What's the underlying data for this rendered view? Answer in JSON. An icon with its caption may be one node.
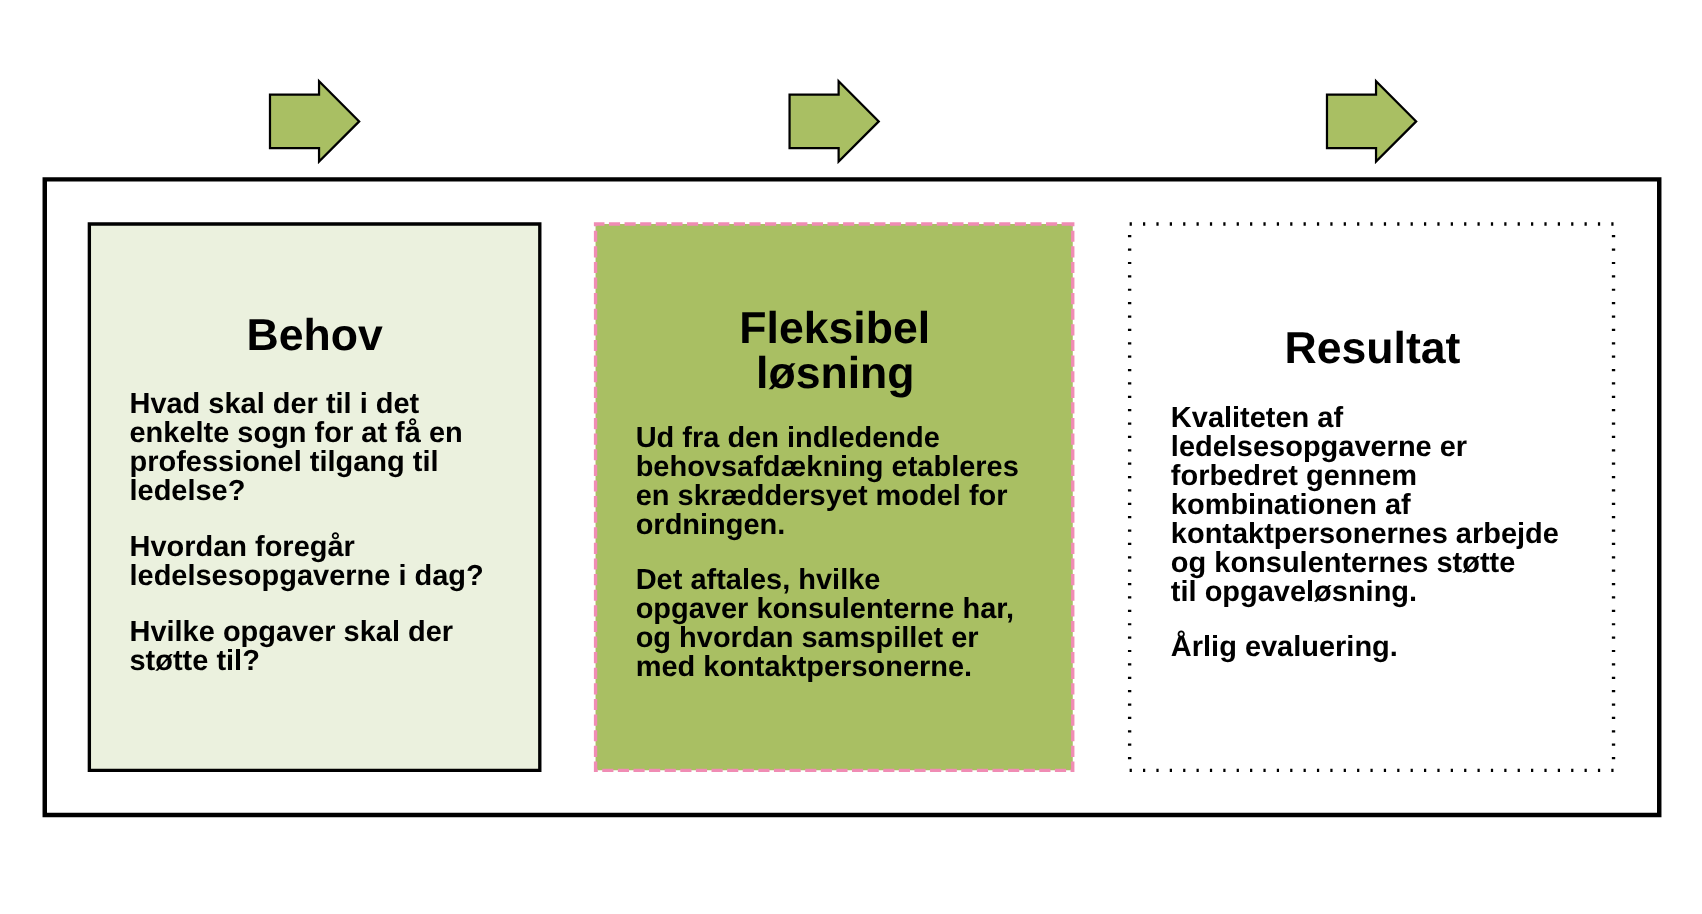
{
  "diagram": {
    "nodes": [
      {
        "text": [],
        "shape": "arrow"
      },
      {
        "text": [],
        "shape": "arrow"
      },
      {
        "text": [],
        "shape": "arrow"
      },
      {
        "text": [],
        "shape": "box"
      },
      {
        "text": [
          "Behov",
          "Hvad skal der til i det enkelte sogn for at få en professionel tilgang til ledelse?",
          "Hvordan foregår ledelsesopgaverne i dag?",
          "Hvilke opgaver skal der støtte til?"
        ],
        "in": 3
      },
      {
        "text": [
          "Fleksibel løsning",
          "Ud fra den indledende behovsafdækning etableres en skræddersyet model for ordningen.",
          "Det aftales, hvilke opgaver konsulenterne har, og hvordan samspillet er med kontaktpersonerne."
        ],
        "in": 3
      },
      {
        "text": [
          "Resultat",
          "Kvaliteten af ledelsesopgaverne er forbedret gennem kombinationen af kontaktpersonernes arbejde og konsulenternes støtte til opgaveløsning.",
          "Årlig evaluering."
        ],
        "in": 3
      }
    ],
    "edges": []
  }
}
